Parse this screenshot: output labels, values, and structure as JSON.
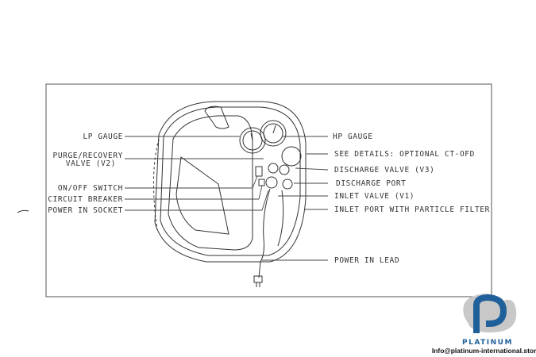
{
  "diagram": {
    "left_labels": {
      "lp_gauge": "LP GAUGE",
      "purge_line1": "PURGE/RECOVERY",
      "purge_line2": "VALVE (V2)",
      "on_off": "ON/OFF SWITCH",
      "breaker": "CIRCUIT BREAKER",
      "socket": "POWER IN SOCKET"
    },
    "right_labels": {
      "hp_gauge": "HP GAUGE",
      "details": "SEE DETAILS: OPTIONAL CT-OFD",
      "discharge_valve": "DISCHARGE VALVE (V3)",
      "discharge_port": "DISCHARGE PORT",
      "inlet_valve": "INLET VALVE (V1)",
      "inlet_port": "INLET PORT WITH PARTICLE FILTER",
      "power_lead": "POWER IN LEAD"
    }
  },
  "logo": {
    "brand": "PLATINUM",
    "email": "Info@platinum-international.store",
    "colors": {
      "blue": "#1f5f9a",
      "grey": "#c8c8c8"
    }
  }
}
